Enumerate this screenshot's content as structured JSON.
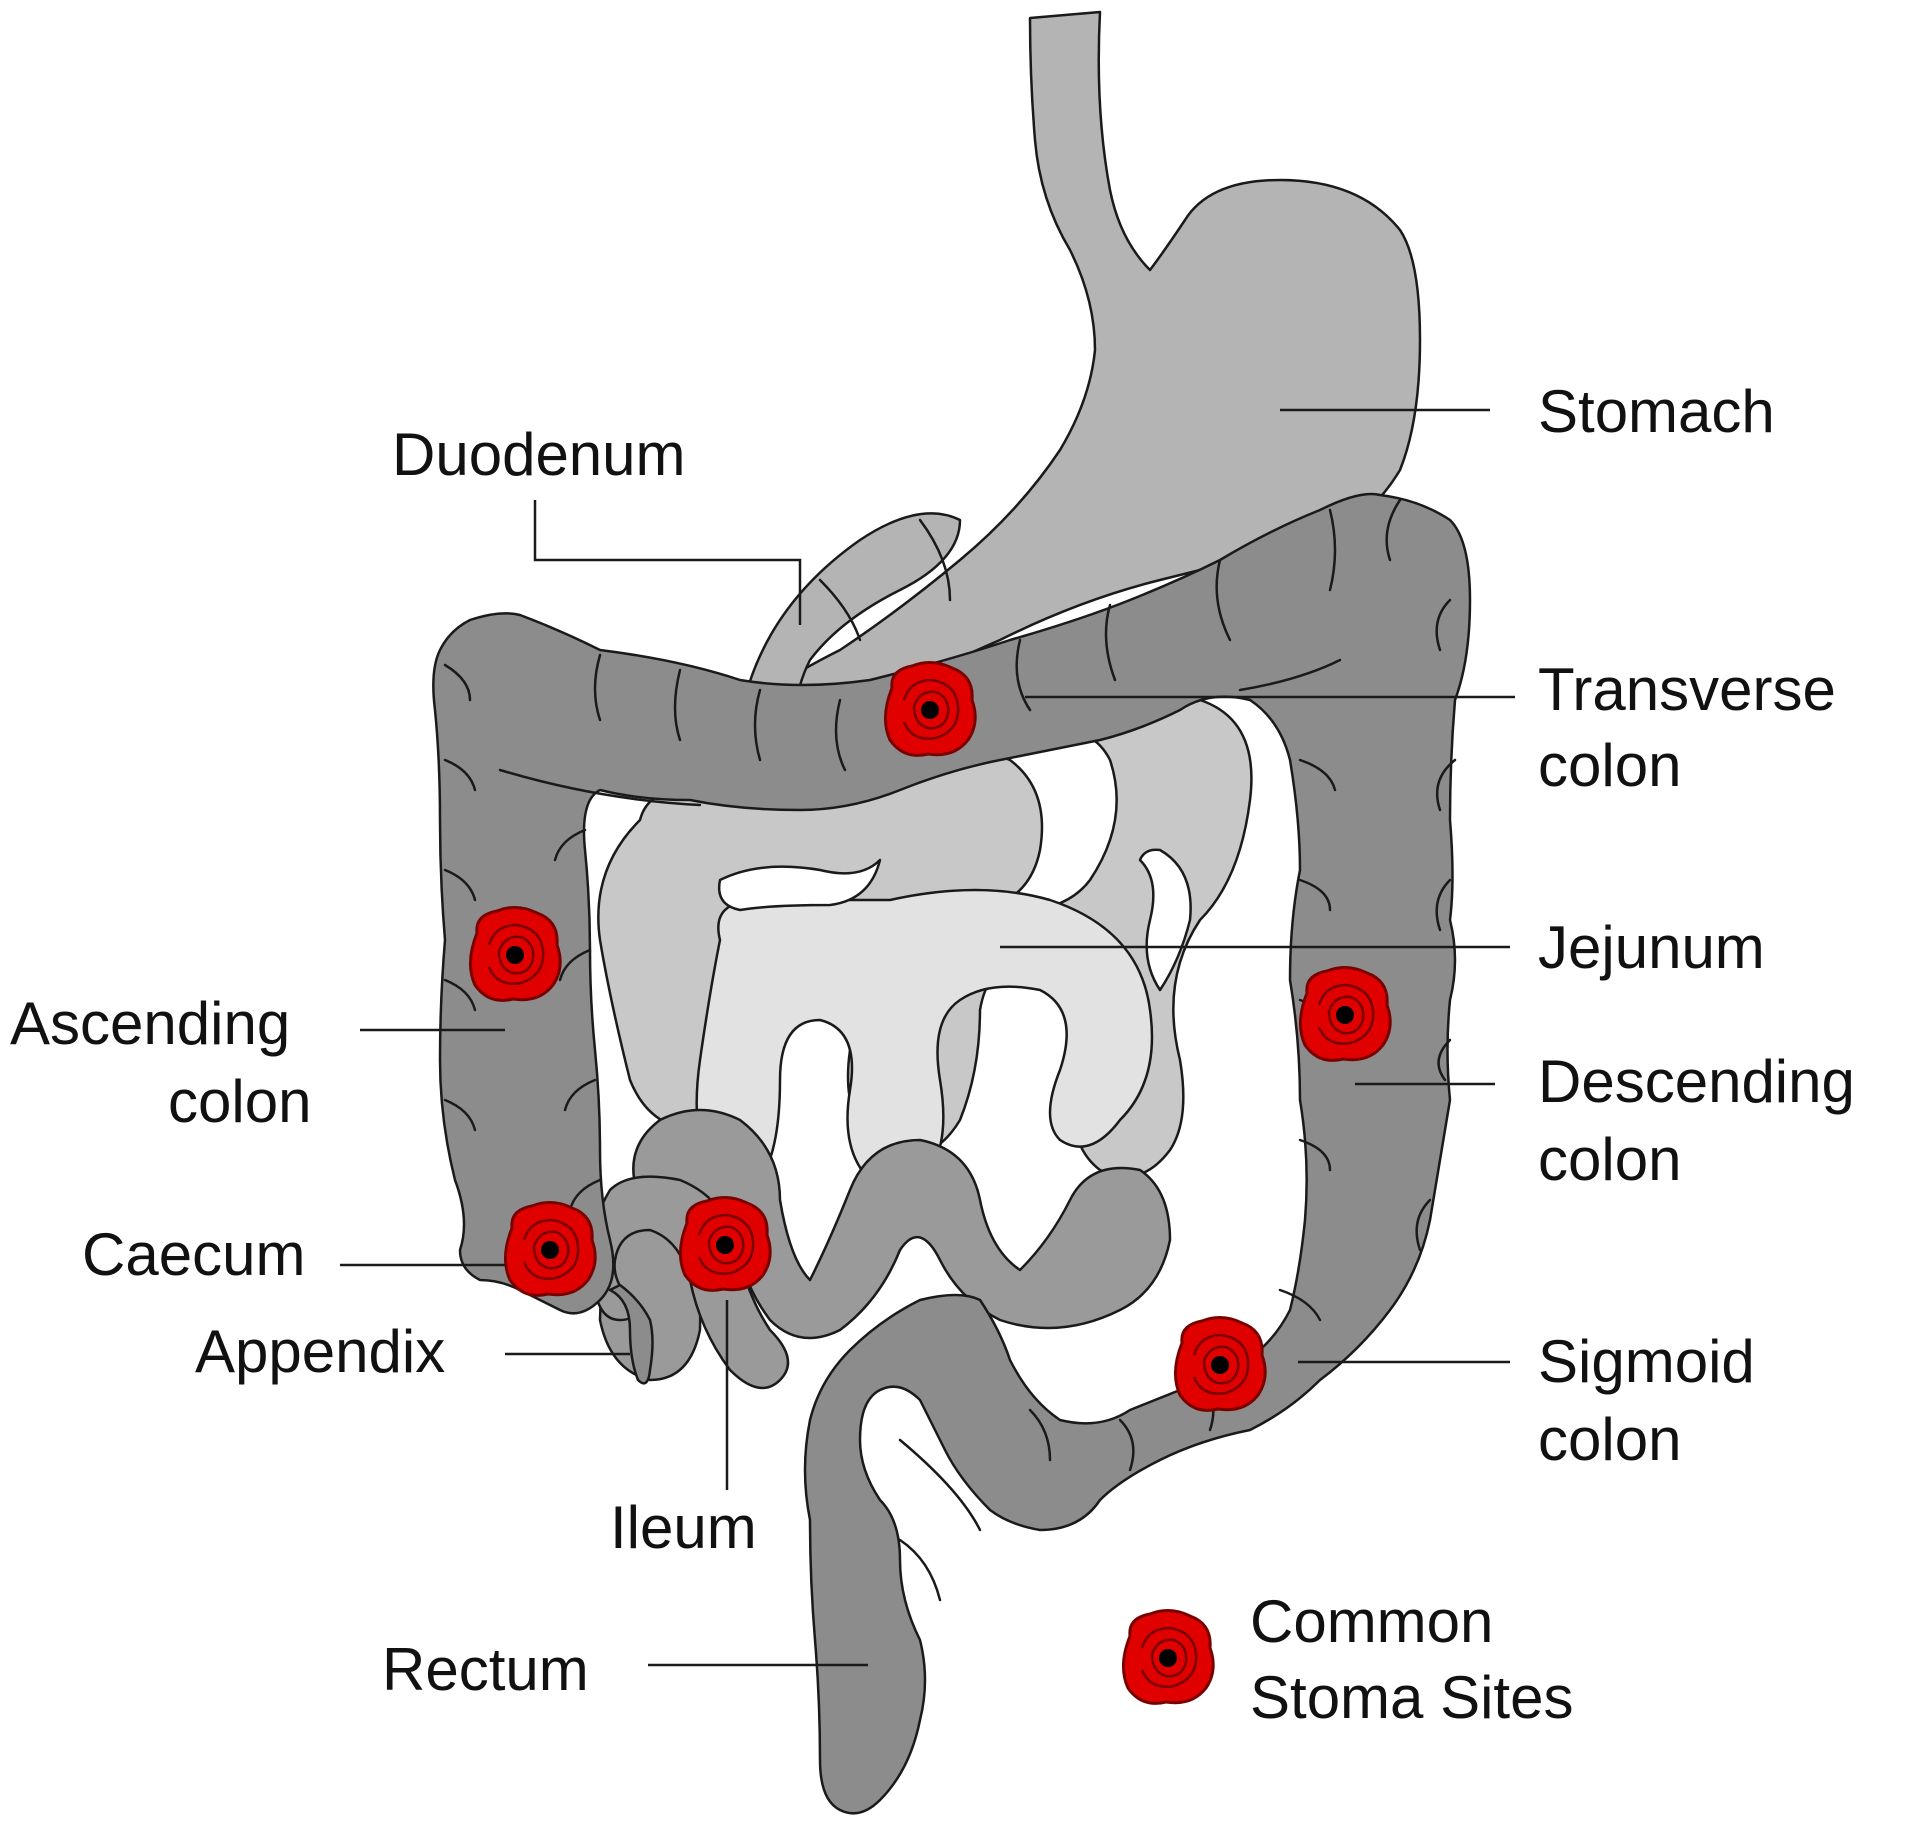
{
  "labels": {
    "stomach": "Stomach",
    "duodenum": "Duodenum",
    "transverse_colon": [
      "Transverse",
      "colon"
    ],
    "jejunum": "Jejunum",
    "ascending_colon": [
      "Ascending",
      "colon"
    ],
    "descending_colon": [
      "Descending",
      "colon"
    ],
    "caecum": "Caecum",
    "appendix": "Appendix",
    "sigmoid_colon": [
      "Sigmoid",
      "colon"
    ],
    "ileum": "Ileum",
    "rectum": "Rectum"
  },
  "legend": {
    "icon": "stoma-site-icon",
    "text": [
      "Common",
      "Stoma Sites"
    ]
  },
  "colors": {
    "colon": "#8c8c8c",
    "stomach": "#b4b4b4",
    "small_intestine_dark": "#9a9a9a",
    "small_intestine_light": "#c8c8c8",
    "small_intestine_lighter": "#e2e2e2",
    "stoma_fill": "#e00000",
    "stoma_center": "#000000"
  }
}
